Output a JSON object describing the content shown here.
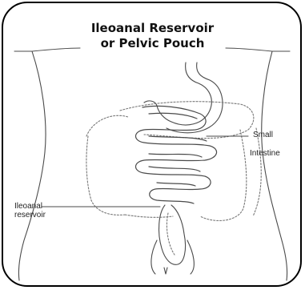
{
  "title": {
    "line1": "Ileoanal Reservoir",
    "line2": "or Pelvic Pouch"
  },
  "labels": {
    "small_intestine_1": "Small",
    "small_intestine_2": "Intestine",
    "reservoir_1": "Ileoanal",
    "reservoir_2": "reservoir"
  },
  "colors": {
    "stroke": "#4a4a4a",
    "dotted": "#777777",
    "border": "#000000"
  }
}
